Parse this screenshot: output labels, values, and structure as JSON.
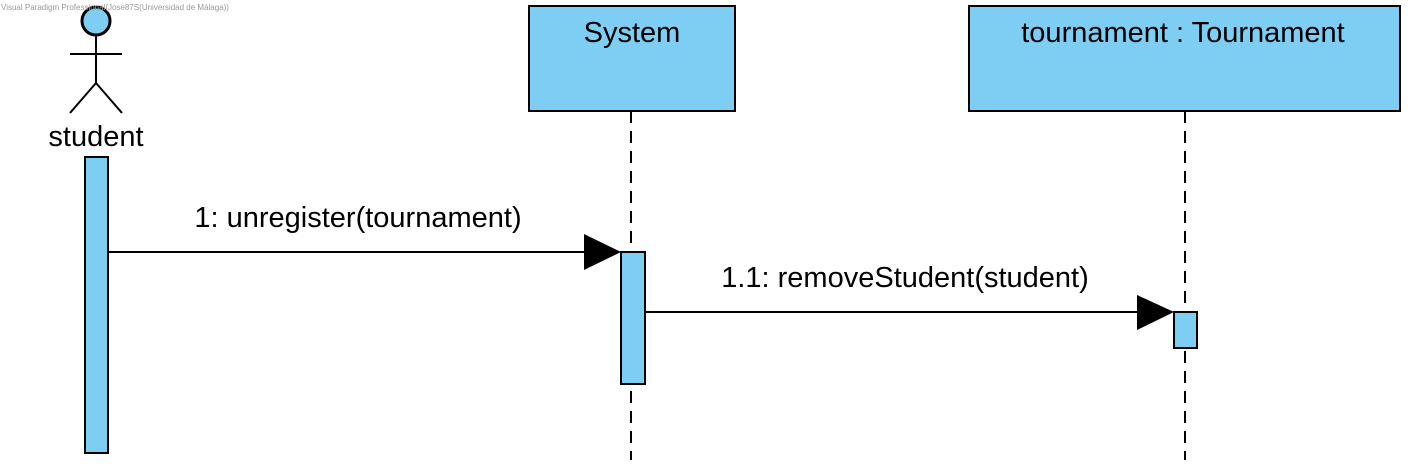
{
  "watermark": "Visual Paradigm Professional(Jose87S(Universidad de Málaga))",
  "colors": {
    "fill": "#7ecef4",
    "stroke": "#000000",
    "background": "#ffffff"
  },
  "actor": {
    "name": "student"
  },
  "lifelines": [
    {
      "name": "System"
    },
    {
      "name": "tournament : Tournament"
    }
  ],
  "messages": [
    {
      "label": "1: unregister(tournament)"
    },
    {
      "label": "1.1: removeStudent(student)"
    }
  ]
}
